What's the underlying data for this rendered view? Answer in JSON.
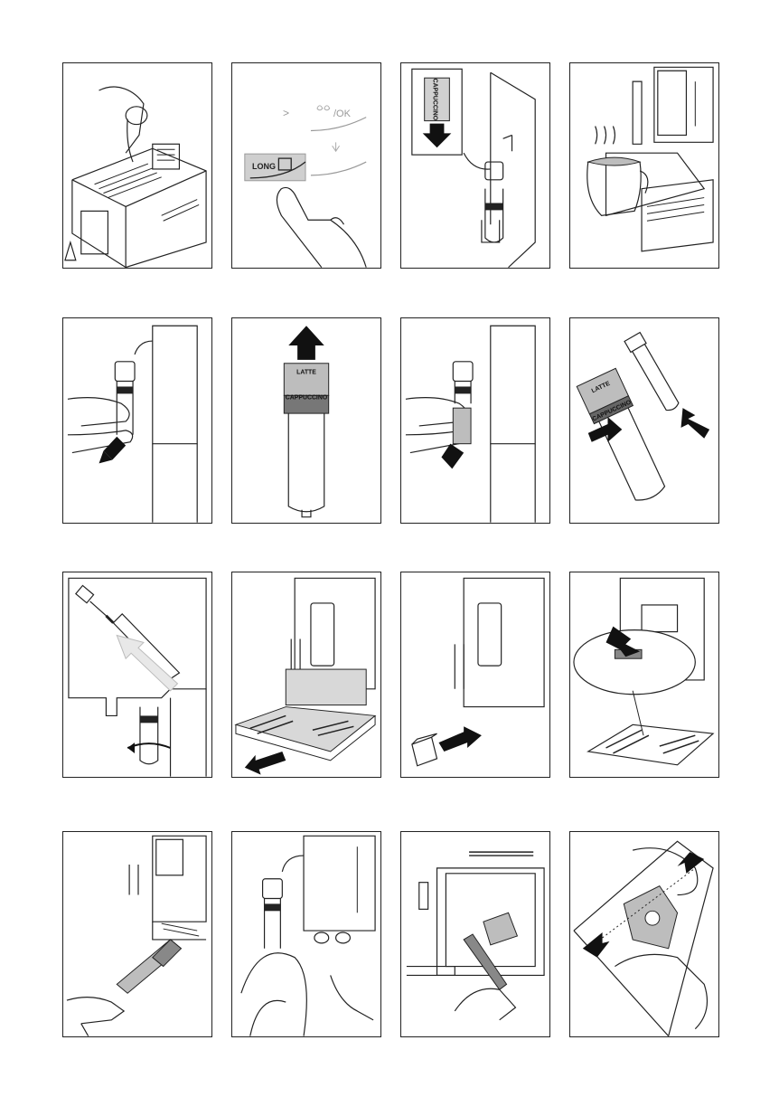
{
  "page": {
    "background": "#ffffff",
    "line_color": "#222222",
    "arrow_color": "#111111",
    "grey": "#bdbdbd"
  },
  "panel_2": {
    "arrow_text": ">",
    "ok_text": "/OK",
    "long_text": "LONG"
  },
  "panel_3": {
    "band_text": "CAPPUCCINO"
  },
  "panel_6": {
    "top_text": "LATTE",
    "band_text": "CAPPUCCINO"
  },
  "panel_8": {
    "top_text": "LATTE",
    "band_text": "CAPPUCCINO"
  }
}
